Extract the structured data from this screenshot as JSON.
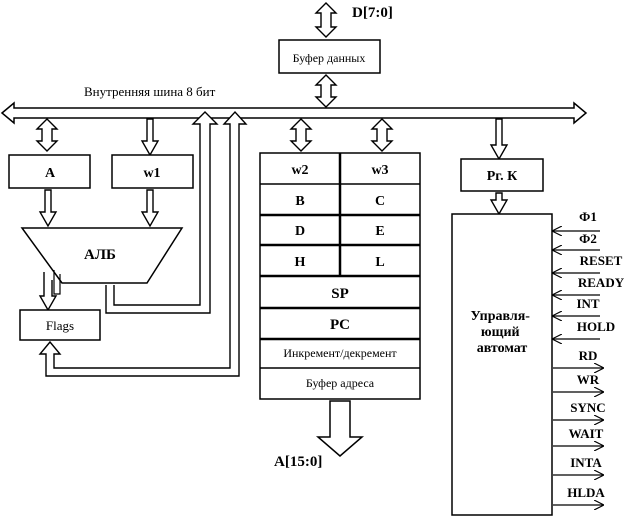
{
  "data_bus_label": "D[7:0]",
  "data_buffer_label": "Буфер данных",
  "internal_bus_label": "Внутренняя шина 8 бит",
  "reg_a_label": "A",
  "reg_w1_label": "w1",
  "alu_label": "АЛБ",
  "flags_label": "Flags",
  "register_file": {
    "w2": "w2",
    "w3": "w3",
    "b": "B",
    "c": "C",
    "d": "D",
    "e": "E",
    "h": "H",
    "l": "L",
    "sp": "SP",
    "pc": "PC",
    "inc_dec": "Инкремент/декремент",
    "address_buffer": "Буфер адреса"
  },
  "address_bus_label": "A[15:0]",
  "instruction_register_label": "Рг. К",
  "control_unit_label": [
    "Управля-",
    "ющий",
    "автомат"
  ],
  "control_inputs": [
    "Ф1",
    "Ф2",
    "RESET",
    "READY",
    "INT",
    "HOLD"
  ],
  "control_outputs": [
    "RD",
    "WR",
    "SYNC",
    "WAIT",
    "INTA",
    "HLDA"
  ]
}
